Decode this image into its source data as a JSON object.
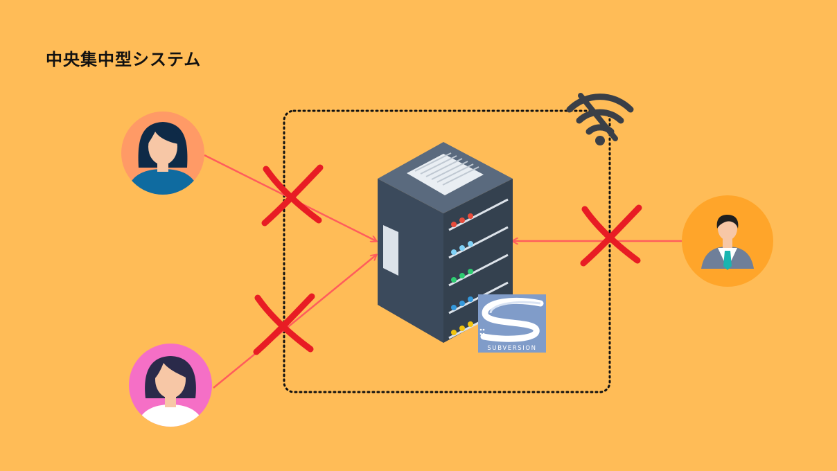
{
  "title": "中央集中型システム",
  "logo": {
    "text": "SUBVERSION"
  },
  "nodes": [
    {
      "name": "user-woman-1",
      "bg": "#FF9A66"
    },
    {
      "name": "user-woman-2",
      "bg": "#F56FC6"
    },
    {
      "name": "user-man",
      "bg": "#FFA52A"
    }
  ],
  "colors": {
    "background": "#FFBC57",
    "connection": "#FF5C5C",
    "cross": "#E81C24",
    "server": "#3C4A5C",
    "boundary": "#111111"
  },
  "icons": [
    "server-icon",
    "wifi-off-icon",
    "subversion-logo"
  ]
}
